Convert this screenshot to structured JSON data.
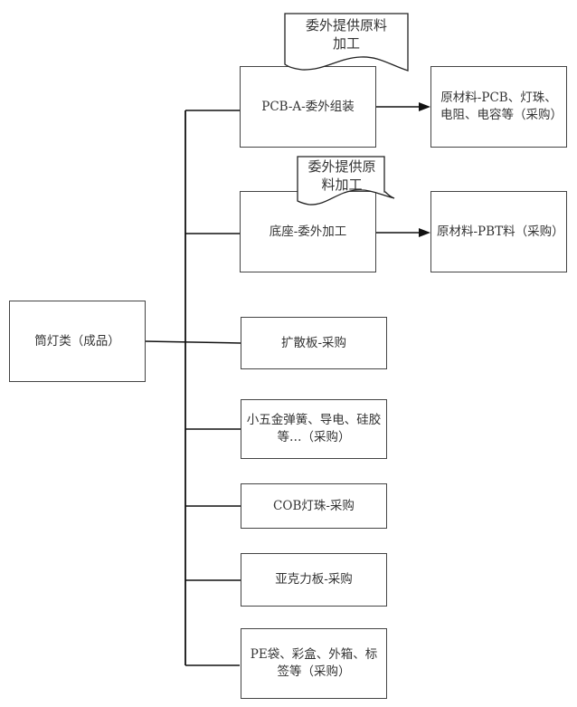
{
  "diagram": {
    "root": {
      "label": "筒灯类（成品）"
    },
    "children": [
      {
        "label": "PCB-A-委外组装",
        "note": "委外提供原料加工",
        "note_lines": [
          "委外提供原料",
          "加工"
        ],
        "leaf": "原材料-PCB、灯珠、电阻、电容等（采购）"
      },
      {
        "label": "底座-委外加工",
        "note": "委外提供原料加工",
        "note_lines": [
          "委外提供原",
          "料加工"
        ],
        "leaf": "原材料-PBT料（采购）"
      },
      {
        "label": "扩散板-采购"
      },
      {
        "label": "小五金弹簧、导电、硅胶等…（采购）"
      },
      {
        "label": "COB灯珠-采购"
      },
      {
        "label": "亚克力板-采购"
      },
      {
        "label": "PE袋、彩盒、外箱、标签等（采购）"
      }
    ],
    "line_color": "#111111",
    "box_border_color": "#444444"
  }
}
